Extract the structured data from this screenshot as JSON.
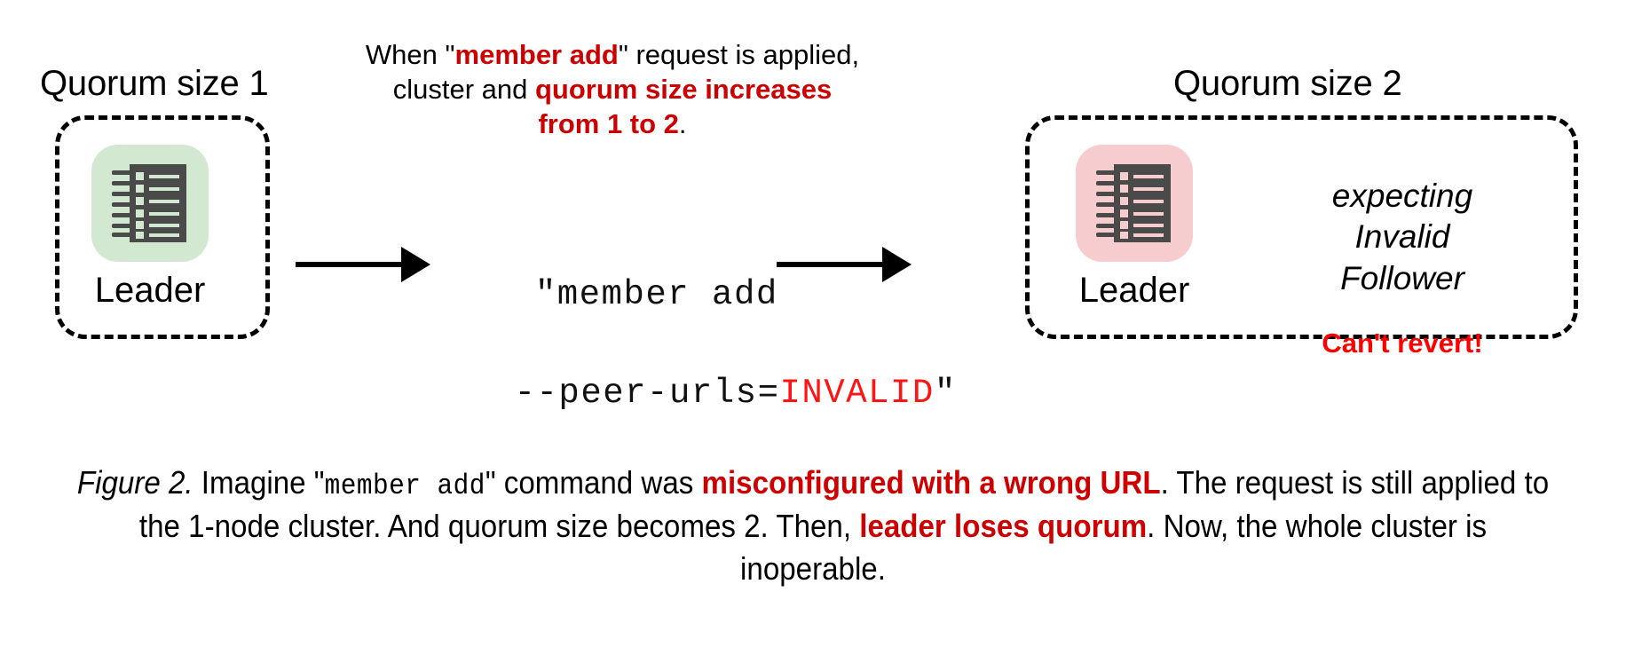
{
  "figure": {
    "left_cluster": {
      "group_label": "Quorum size 1",
      "node": {
        "role_label": "Leader",
        "icon": "server-rack-icon",
        "tile_color": "#d3e8d0"
      }
    },
    "right_cluster": {
      "group_label": "Quorum size 2",
      "node": {
        "role_label": "Leader",
        "icon": "server-rack-icon",
        "tile_color": "#f7ccce"
      },
      "status_lines": [
        "expecting",
        "Invalid",
        "Follower"
      ],
      "warning": "Can't revert!"
    },
    "top_note": {
      "line1_a": "When \"",
      "line1_b": "member add",
      "line1_c": "\" request is applied,",
      "line2_a": "cluster and ",
      "line2_b": "quorum size increases",
      "line3_b": "from 1 to 2",
      "line3_c": "."
    },
    "command": {
      "line1": "\"member add",
      "line2_a": "--peer-urls=",
      "line2_b": "INVALID",
      "line2_c": "\""
    },
    "arrows": {
      "left_arrow": "arrow-right",
      "right_arrow": "arrow-right"
    },
    "caption": {
      "fig_num": "Figure 2.",
      "t1": " Imagine \"",
      "mono1": "member add",
      "t2": "\" command was ",
      "red1": "misconfigured with a wrong URL",
      "t3": ". The request is still applied to the 1-node cluster. And quorum size becomes 2. Then, ",
      "red2": "leader loses quorum",
      "t4": ". Now, the whole cluster is inoperable."
    },
    "colors": {
      "dark_red": "#cc0000",
      "bright_red": "#fe0000",
      "node_green": "#d3e8d0",
      "node_pink": "#f7ccce",
      "ink": "#000000"
    }
  }
}
